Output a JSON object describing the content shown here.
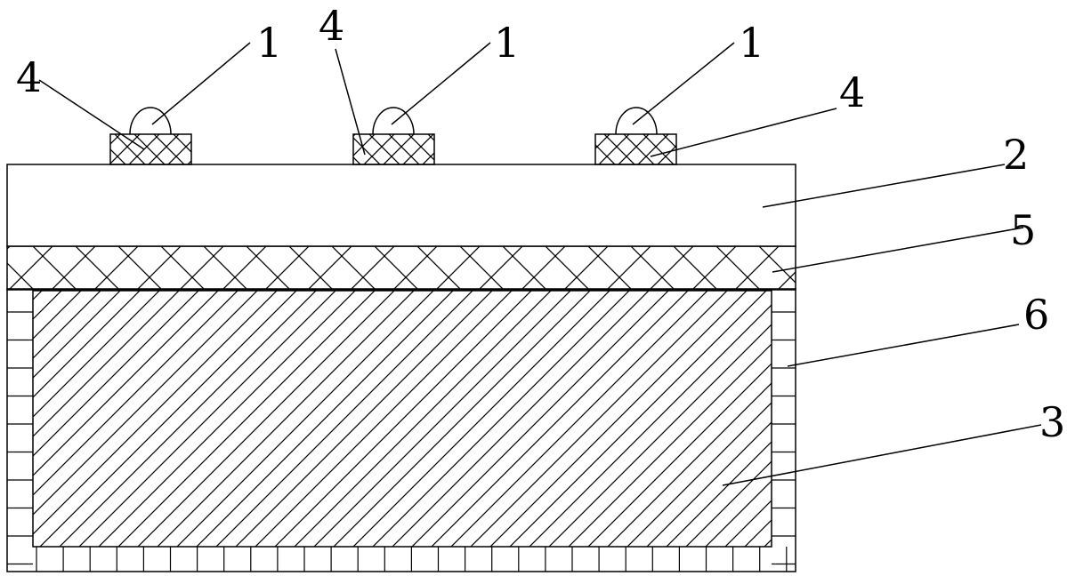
{
  "diagram": {
    "labels": {
      "l1a": "1",
      "l1b": "1",
      "l1c": "1",
      "l2": "2",
      "l3": "3",
      "l4a": "4",
      "l4b": "4",
      "l4c": "4",
      "l5": "5",
      "l6": "6"
    }
  }
}
